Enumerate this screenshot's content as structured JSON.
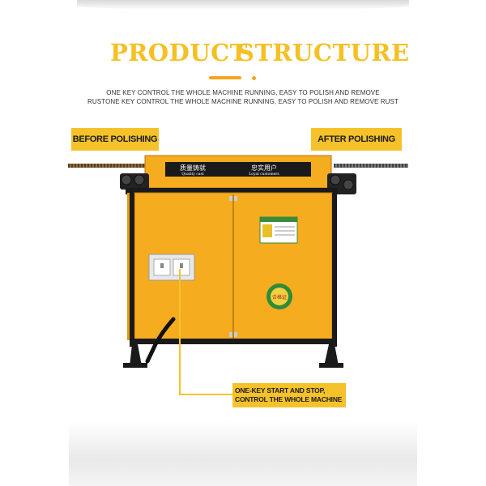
{
  "heading": {
    "left": "PRODUCT",
    "right": "STRUCTURE"
  },
  "description": {
    "line1": "ONE KEY CONTROL THE WHOLE MACHINE RUNNING, EASY TO POLISH AND REMOVE",
    "line2": "RUSTONE KEY CONTROL THE WHOLE MACHINE RUNNING, EASY TO POLISH AND REMOVE RUST"
  },
  "tags": {
    "before": "BEFORE POLISHING",
    "after": "AFTER POLISHING"
  },
  "machine": {
    "banner_left_cn": "质量铸就",
    "banner_left_en": "Quality cast",
    "banner_right_cn": "忠实用户",
    "banner_right_en": "Loyal customers",
    "seal_text": "合格证"
  },
  "callout": {
    "line1": "ONE-KEY START AND STOP,",
    "line2": "CONTROL THE WHOLE MACHINE"
  },
  "colors": {
    "accent": "#f5c023",
    "machine_body": "#f5ac1e",
    "frame": "#1a1a1a"
  }
}
